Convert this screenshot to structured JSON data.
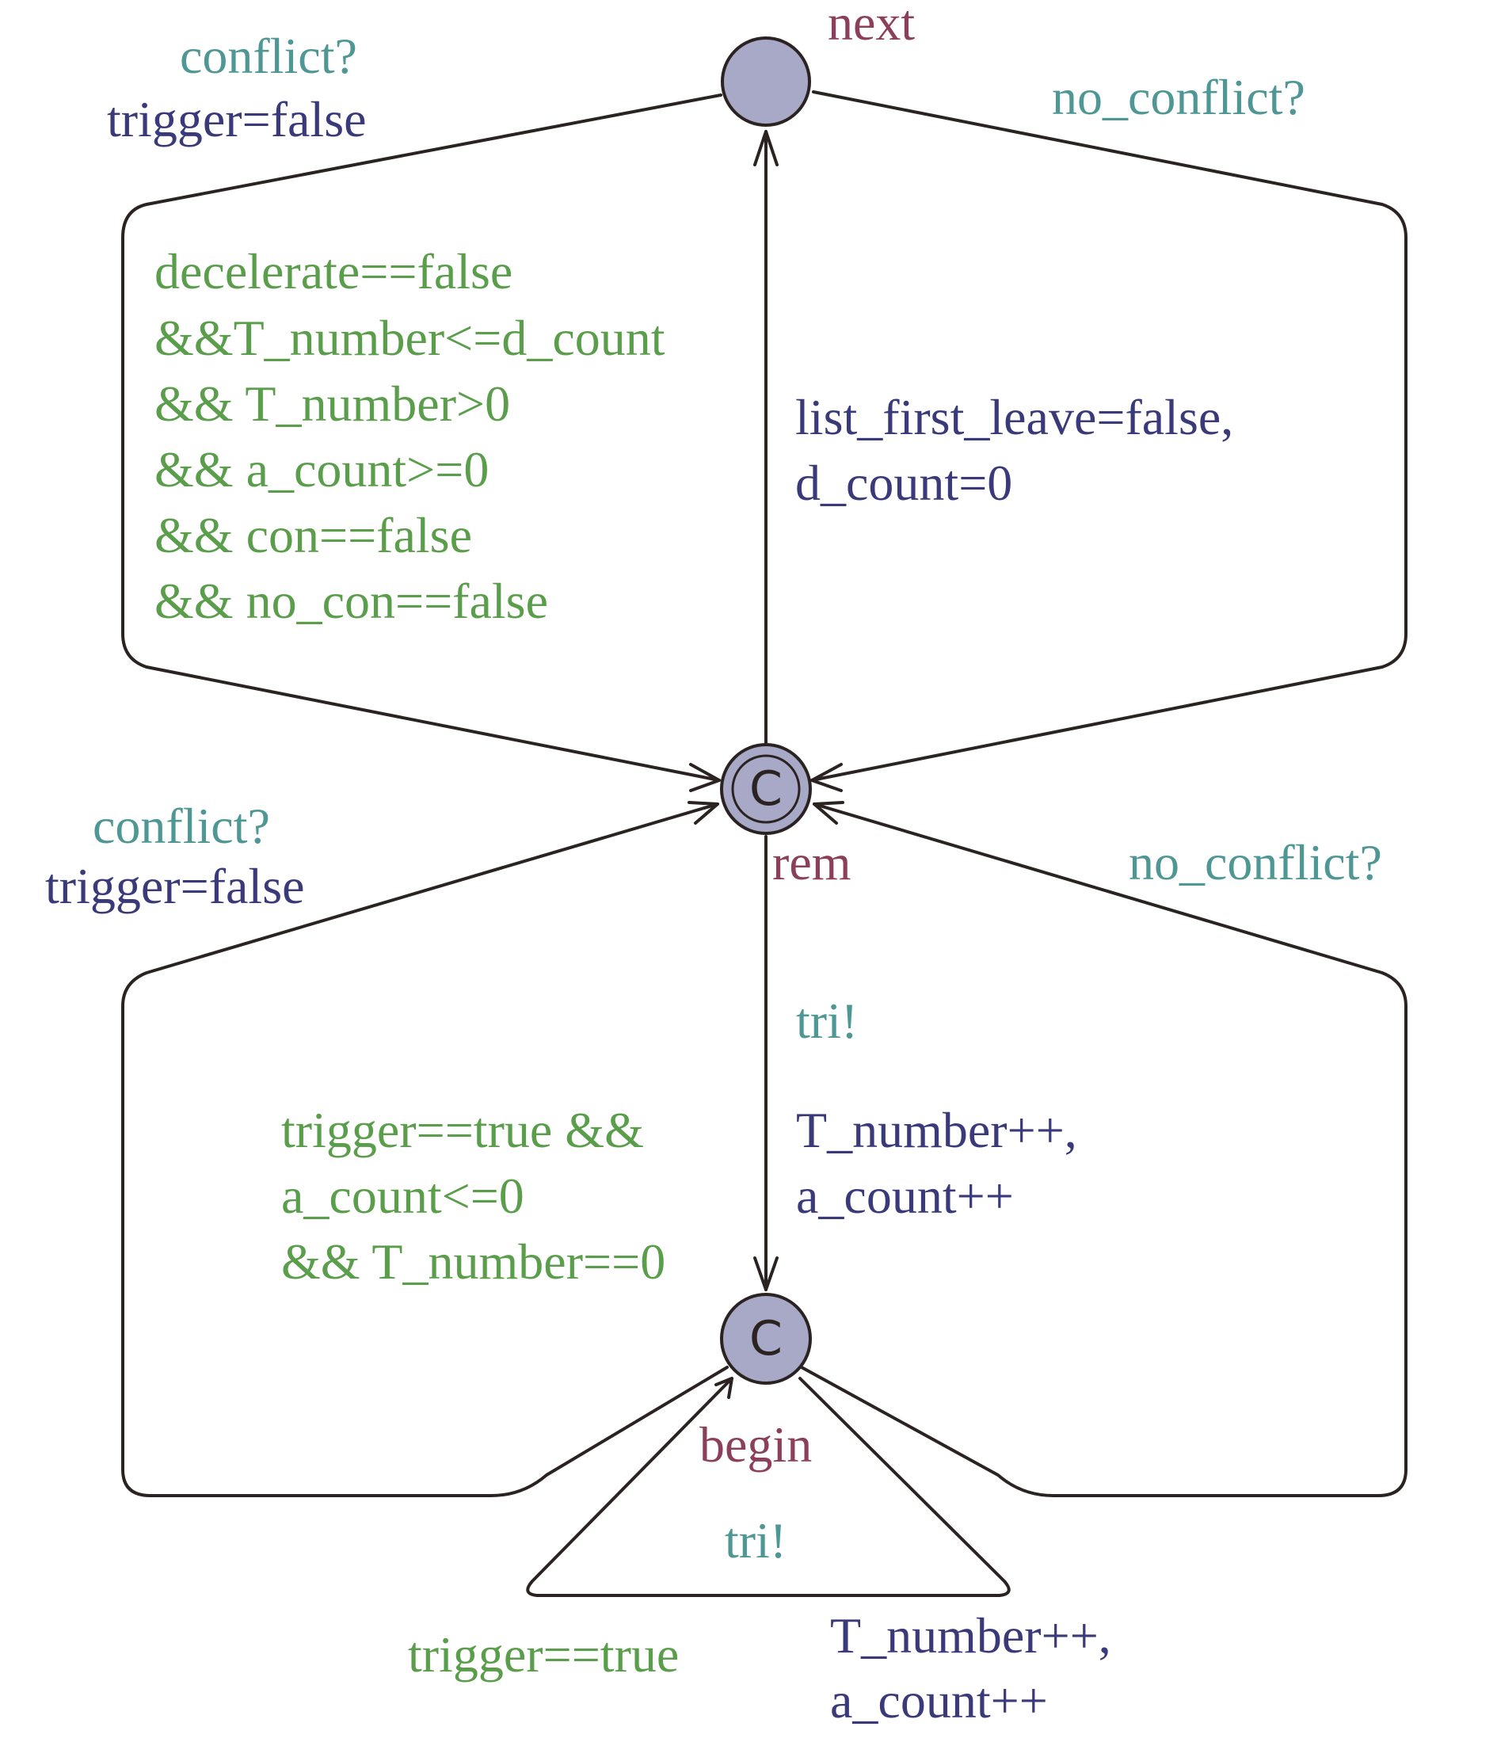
{
  "states": {
    "next": {
      "name": "next",
      "committed": false
    },
    "rem": {
      "name": "rem",
      "committed": true
    },
    "begin": {
      "name": "begin",
      "committed": true,
      "initial": false
    }
  },
  "committed_symbol": "C",
  "edges": {
    "next_to_rem_left": {
      "sync": "conflict?",
      "update": "trigger=false",
      "guard": [
        "decelerate==false",
        "&&T_number<=d_count",
        "&& T_number>0",
        "&& a_count>=0",
        "&& con==false",
        "&& no_con==false"
      ]
    },
    "next_to_rem_right": {
      "sync": "no_conflict?"
    },
    "rem_to_next": {
      "update": [
        "list_first_leave=false,",
        "d_count=0"
      ]
    },
    "begin_to_rem_left": {
      "sync": "conflict?",
      "update": "trigger=false"
    },
    "begin_to_rem_right": {
      "sync": "no_conflict?"
    },
    "rem_to_begin": {
      "sync": "tri!",
      "guard": [
        "trigger==true &&",
        "a_count<=0",
        "&& T_number==0"
      ],
      "update": [
        "T_number++,",
        "a_count++"
      ]
    },
    "begin_self_loop": {
      "sync": "tri!",
      "guard": "trigger==true",
      "update": [
        "T_number++,",
        "a_count++"
      ]
    }
  },
  "colors": {
    "state_fill": "#a7a9c6",
    "edge": "#2b2322",
    "state_name": "#8b3f5b",
    "sync": "#4f9794",
    "update": "#3a3a7a",
    "guard": "#5a9e4b"
  }
}
